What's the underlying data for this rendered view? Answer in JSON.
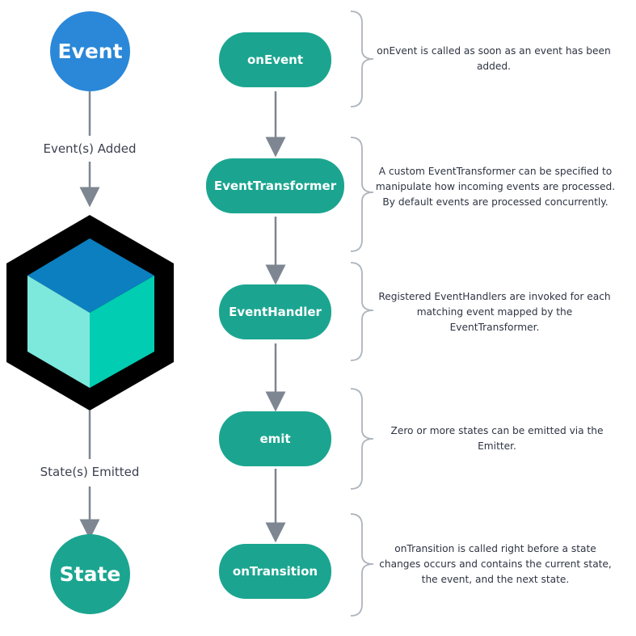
{
  "colors": {
    "event_blue": "#2b88d8",
    "teal": "#1ba590",
    "arrow": "#7d8691",
    "brace": "#aeb4bc",
    "cube_top": "#0b7fc0",
    "cube_left": "#7de8dc",
    "cube_right": "#00cdb1",
    "hexagon": "#000000"
  },
  "left_flow": {
    "start": "Event",
    "added_label": "Event(s) Added",
    "emitted_label": "State(s) Emitted",
    "end": "State",
    "bloc_icon": "hexagon-cube-icon"
  },
  "steps": [
    {
      "name": "onEvent",
      "description": "onEvent is called as soon as an event has been added."
    },
    {
      "name": "EventTransformer",
      "description": "A custom EventTransformer can be specified to manipulate how incoming events are processed. By default events are processed concurrently."
    },
    {
      "name": "EventHandler",
      "description": "Registered EventHandlers are invoked for each matching event mapped by the EventTransformer."
    },
    {
      "name": "emit",
      "description": "Zero or more states can be emitted via the Emitter."
    },
    {
      "name": "onTransition",
      "description": "onTransition is called right before a state changes occurs and contains the current state, the event, and the next state."
    }
  ]
}
